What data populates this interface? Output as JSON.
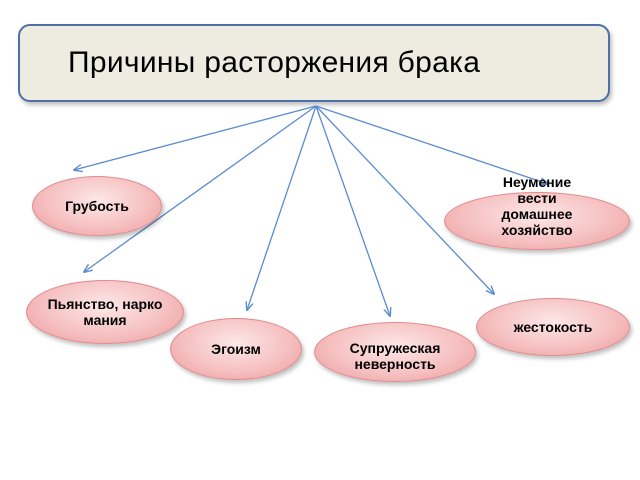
{
  "title": "Причины расторжения брака",
  "nodes": [
    {
      "id": "grubost",
      "label": "Грубость"
    },
    {
      "id": "neumenie",
      "label": "Неумение вести домашнее хозяйство"
    },
    {
      "id": "pyanstvo",
      "label": "Пьянство, наркомания"
    },
    {
      "id": "egoizm",
      "label": "Эгоизм"
    },
    {
      "id": "izmena",
      "label": "Супружеская неверность"
    },
    {
      "id": "zhestokost",
      "label": "жестокость"
    }
  ],
  "colors": {
    "title_fill": "#eeece1",
    "title_border": "#4f6fa8",
    "node_fill": "#f6c1c2",
    "node_border": "#e08a8c",
    "arrow": "#5b8bd0"
  }
}
